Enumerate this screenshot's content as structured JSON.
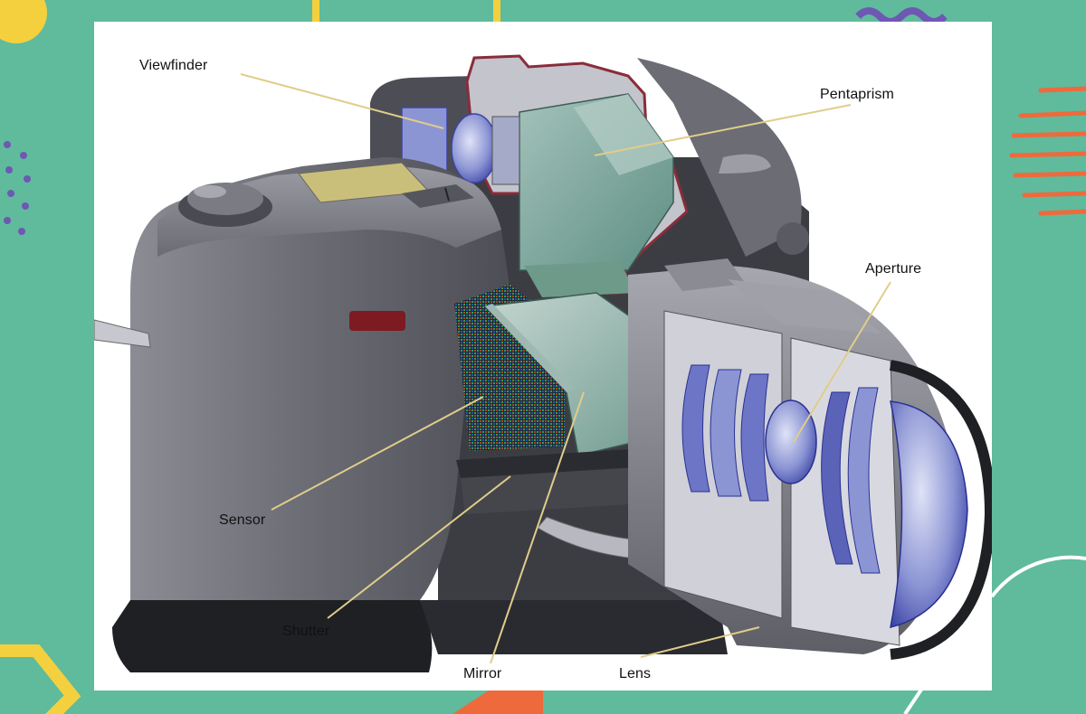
{
  "diagram": {
    "labels": {
      "viewfinder": "Viewfinder",
      "pentaprism": "Pentaprism",
      "aperture": "Aperture",
      "sensor": "Sensor",
      "shutter": "Shutter",
      "mirror": "Mirror",
      "lens": "Lens"
    }
  },
  "colors": {
    "background": "#5fbb9c",
    "panel": "#ffffff",
    "body_dark": "#55565c",
    "body_mid": "#7c7d85",
    "body_light": "#a9aab2",
    "prism_green": "#7fa99f",
    "lens_blue": "#4b55b6",
    "leader_line": "#e0cd8a",
    "accent_yellow": "#f4d03f",
    "accent_orange": "#ee6a3c",
    "accent_purple": "#6e58b4"
  }
}
